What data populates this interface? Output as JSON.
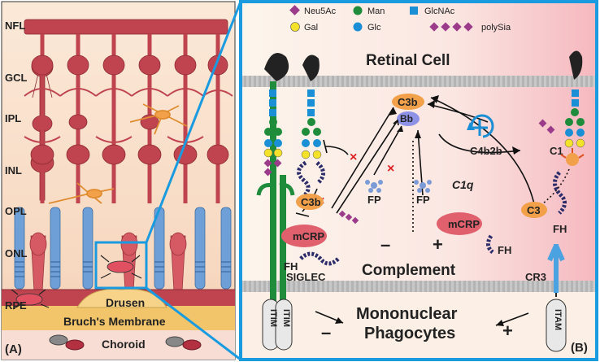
{
  "panel_a": {
    "tag": "(A)",
    "layers": [
      "NFL",
      "GCL",
      "IPL",
      "INL",
      "OPL",
      "ONL",
      "RPE"
    ],
    "drusen": "Drusen",
    "bruchs": "Bruch's Membrane",
    "choroid": "Choroid"
  },
  "panel_b": {
    "tag": "(B)",
    "legend": {
      "neu5ac": "Neu5Ac",
      "gal": "Gal",
      "man": "Man",
      "glc": "Glc",
      "glcnac": "GlcNAc",
      "polysia": "polySia"
    },
    "retinal_cell": "Retinal Cell",
    "c3b_top": "C3b",
    "bb": "Bb",
    "c3b_left": "C3b",
    "fp_left": "FP",
    "fp_right": "FP",
    "mcrp_left": "mCRP",
    "mcrp_right": "mCRP",
    "fh_left": "FH",
    "fh_mid": "FH",
    "fh_right": "FH",
    "c4b2b": "C4b2b",
    "c1q": "C1q",
    "c1": "C1",
    "c3": "C3",
    "minus": "–",
    "plus": "+",
    "complement": "Complement",
    "siglec": "SIGLEC",
    "cr3": "CR3",
    "itim": "ITIM",
    "itam": "ITAM",
    "mononuclear": "Mononuclear",
    "phagocytes": "Phagocytes",
    "bottom_minus": "–",
    "bottom_plus": "+"
  },
  "colors": {
    "blue_frame": "#1a9be0",
    "red_cell": "#c0444f",
    "blue_cell": "#6e9fd6",
    "orange": "#f2a04a",
    "green": "#1e8c3a",
    "purple": "#9b3b8a",
    "yellow": "#f4e12a",
    "glcnac_blue": "#1a8fd6",
    "mcrp_red": "#e0606e",
    "bb_purple": "#8e92e6"
  }
}
